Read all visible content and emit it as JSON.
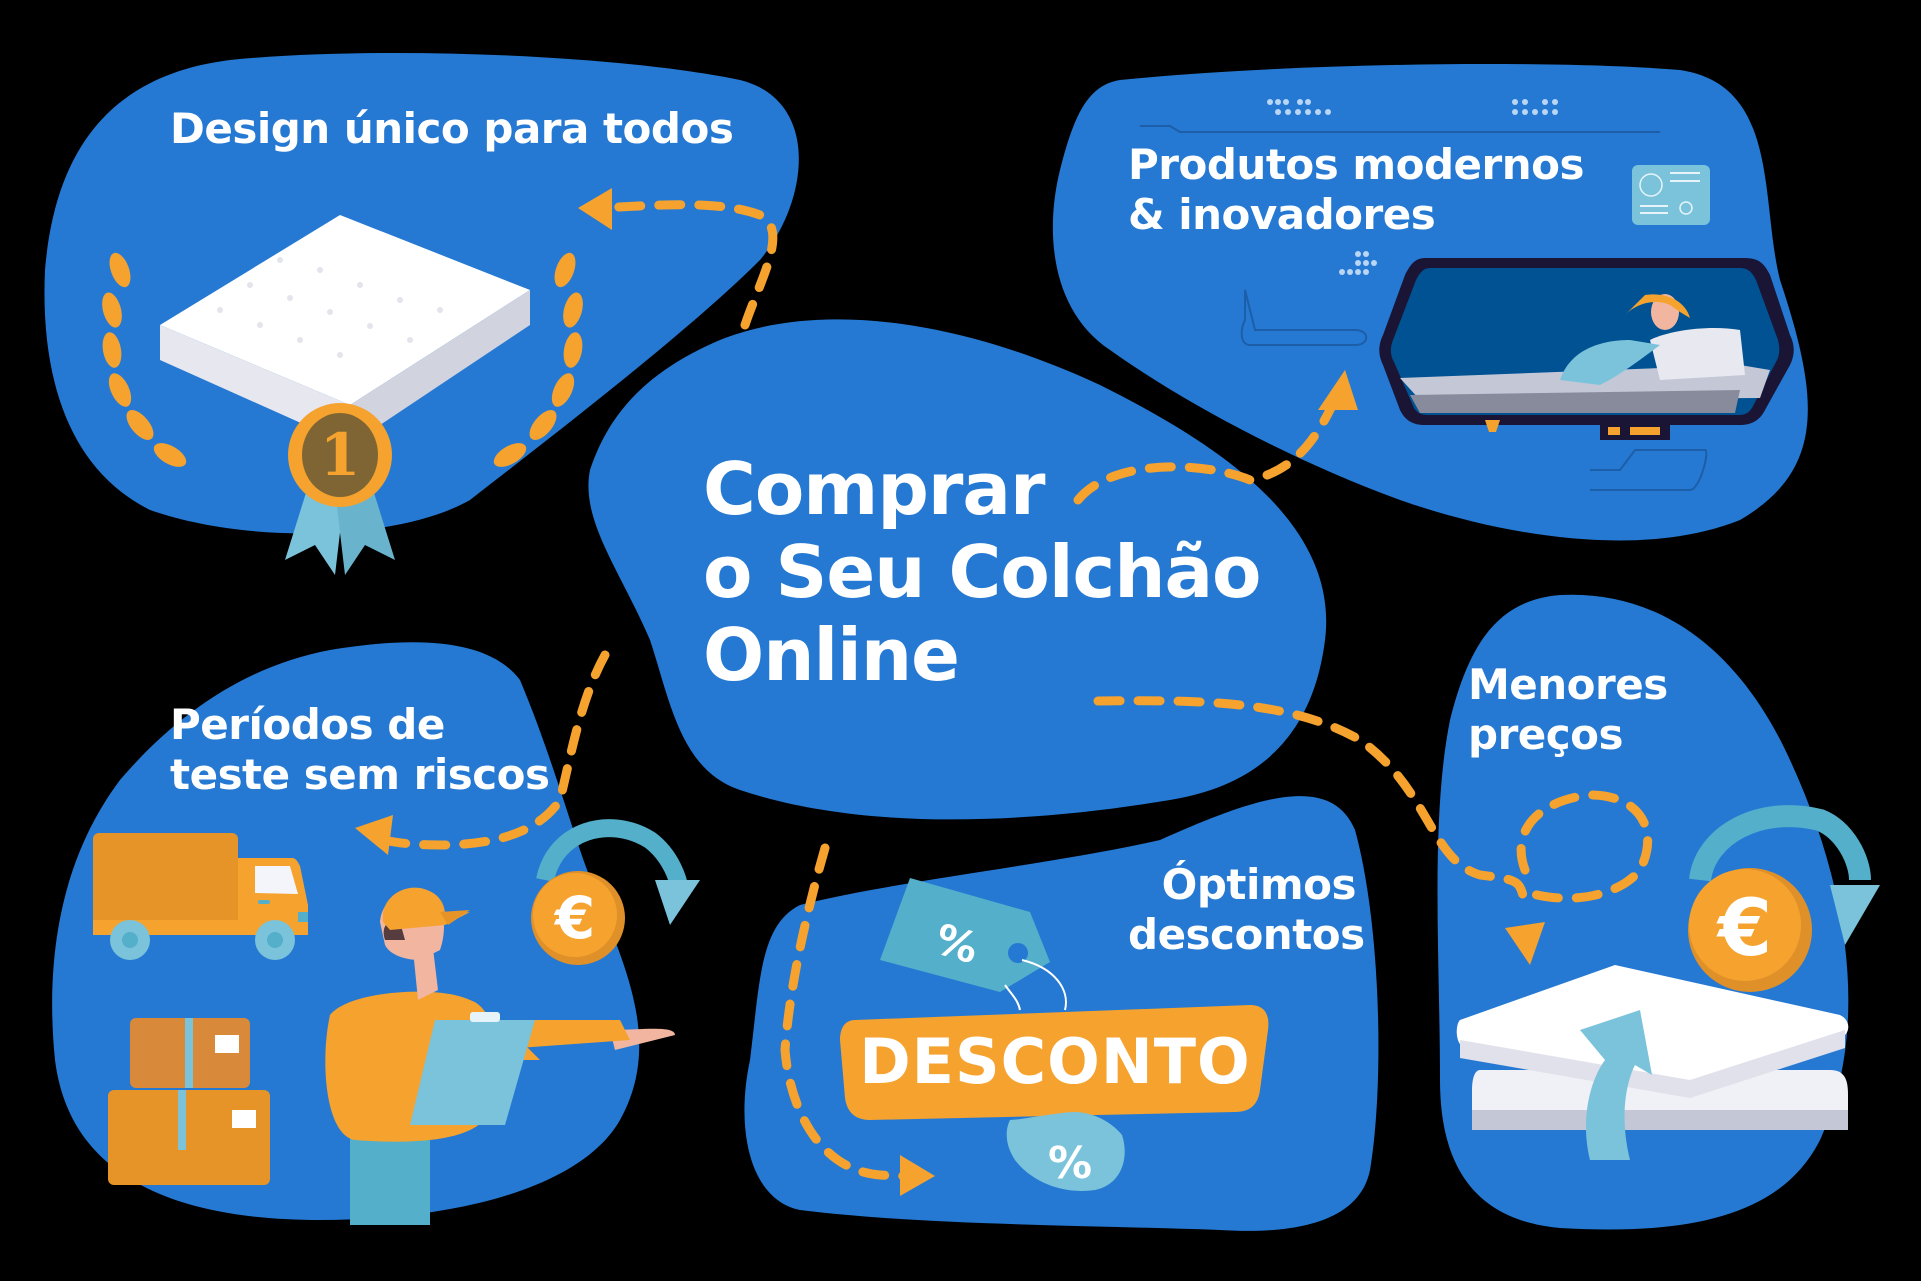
{
  "title": {
    "lines": [
      "Comprar",
      "o Seu Colchão",
      "Online"
    ]
  },
  "benefits": [
    {
      "id": "design",
      "lines": [
        "Design único para todos"
      ],
      "icon": "mattress-award-icon",
      "badge_number": "1"
    },
    {
      "id": "modern",
      "lines": [
        "Produtos modernos",
        "& inovadores"
      ],
      "icon": "smart-car-bed-icon"
    },
    {
      "id": "trial",
      "lines": [
        "Períodos de",
        "teste sem riscos"
      ],
      "icon": "delivery-truck-icon"
    },
    {
      "id": "discounts",
      "lines": [
        "Óptimos",
        "descontos"
      ],
      "icon": "discount-tag-icon",
      "badge_label": "DESCONTO",
      "tag_symbol": "%"
    },
    {
      "id": "prices",
      "lines": [
        "Menores",
        "preços"
      ],
      "icon": "euro-coin-icon",
      "coin_symbol": "€"
    }
  ],
  "colors": {
    "background": "#000000",
    "blob": "#2579D3",
    "accent_orange": "#F5A22E",
    "accent_light_blue": "#7BC3DB",
    "text": "#FFFFFF"
  }
}
